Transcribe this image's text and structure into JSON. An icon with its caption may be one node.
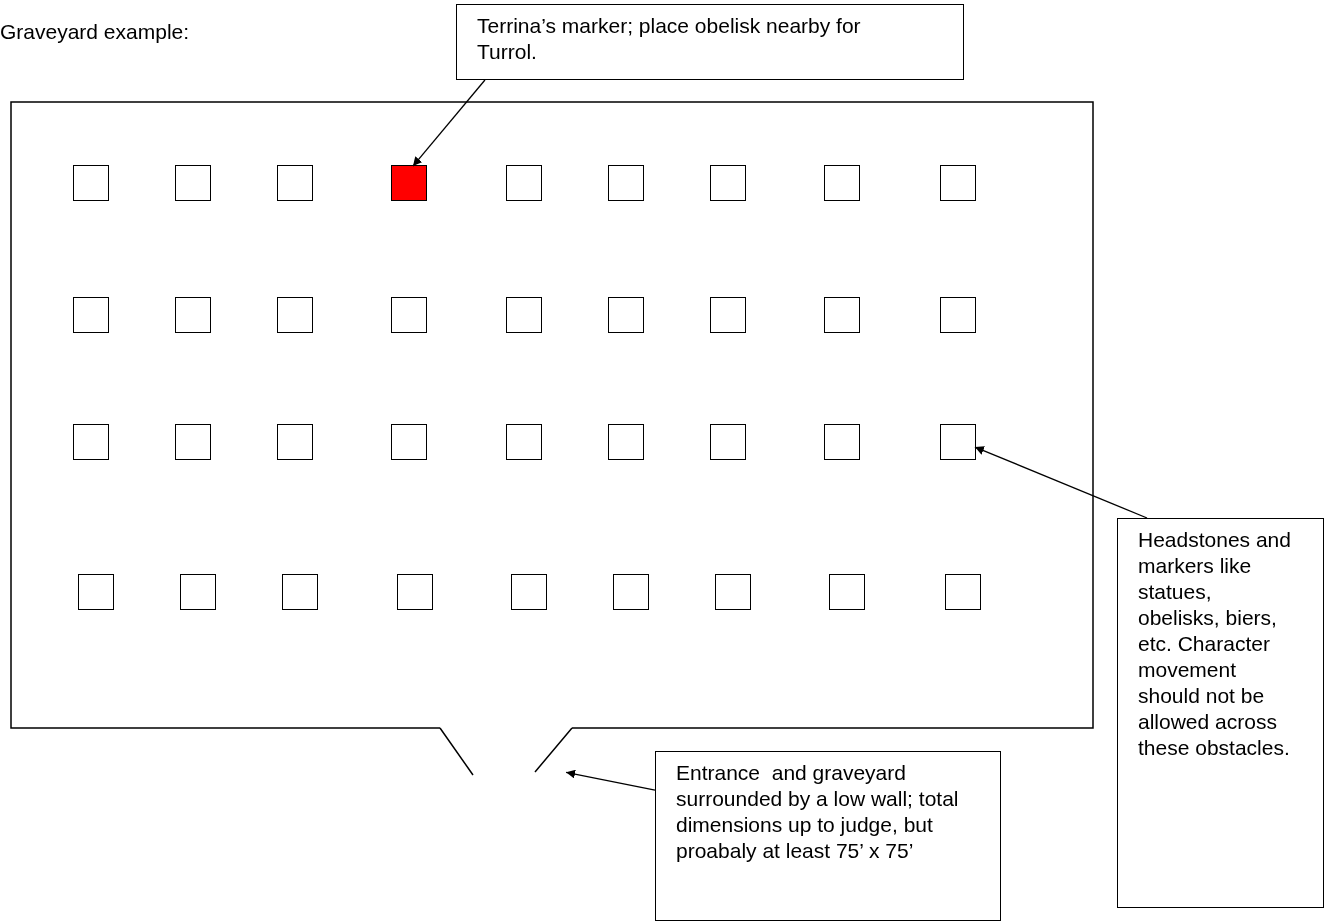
{
  "diagram": {
    "title": "Graveyard example:",
    "nodes": [
      {
        "text": [
          "Terrina’s marker; place obelisk nearby for Turrol."
        ]
      },
      {
        "text": [],
        "shape": "box"
      },
      {
        "text": [],
        "shape": "box",
        "in": 1
      },
      {
        "text": [],
        "shape": "box",
        "in": 1
      },
      {
        "text": [],
        "shape": "box",
        "in": 1
      },
      {
        "text": [],
        "shape": "box",
        "in": 1
      },
      {
        "text": [],
        "shape": "box",
        "in": 1
      },
      {
        "text": [],
        "shape": "box",
        "in": 1
      },
      {
        "text": [],
        "shape": "box",
        "in": 1
      },
      {
        "text": [],
        "shape": "box",
        "in": 1
      },
      {
        "text": [],
        "shape": "box",
        "in": 1
      },
      {
        "text": [],
        "shape": "box",
        "in": 1
      },
      {
        "text": [],
        "shape": "box",
        "in": 1
      },
      {
        "text": [],
        "shape": "box",
        "in": 1
      },
      {
        "text": [],
        "shape": "box",
        "in": 1
      },
      {
        "text": [],
        "shape": "box",
        "in": 1
      },
      {
        "text": [],
        "shape": "box",
        "in": 1
      },
      {
        "text": [],
        "shape": "box",
        "in": 1
      },
      {
        "text": [],
        "shape": "box",
        "in": 1
      },
      {
        "text": [],
        "shape": "box",
        "in": 1
      },
      {
        "text": [],
        "shape": "box",
        "in": 1
      },
      {
        "text": [],
        "shape": "box",
        "in": 1
      },
      {
        "text": [],
        "shape": "box",
        "in": 1
      },
      {
        "text": [],
        "shape": "box",
        "in": 1
      },
      {
        "text": [],
        "shape": "box",
        "in": 1
      },
      {
        "text": [],
        "shape": "box",
        "in": 1
      },
      {
        "text": [],
        "shape": "box",
        "in": 1
      },
      {
        "text": [],
        "shape": "box",
        "in": 1
      },
      {
        "text": [],
        "shape": "box",
        "in": 1
      },
      {
        "text": [],
        "shape": "box",
        "in": 1
      },
      {
        "text": [],
        "shape": "box",
        "in": 1
      },
      {
        "text": [],
        "shape": "box",
        "in": 1
      },
      {
        "text": [],
        "shape": "box",
        "in": 1
      },
      {
        "text": [],
        "shape": "box",
        "in": 1
      },
      {
        "text": [],
        "shape": "box",
        "in": 1
      },
      {
        "text": [],
        "shape": "box",
        "in": 1
      },
      {
        "text": [],
        "shape": "box",
        "in": 1
      },
      {
        "text": [],
        "shape": "box",
        "in": 1
      },
      {
        "text": [
          "Headstones and markers like statues, obelisks, biers, etc. Character movement should not be allowed across these obstacles."
        ]
      },
      {
        "text": [
          "Entrance  and graveyard surrounded by a low wall; total dimensions up to judge, but proabaly at least 75’ x 75’"
        ]
      }
    ],
    "edges": [
      {
        "from": 0,
        "to": 5,
        "arrow": "to"
      },
      {
        "from": 38,
        "to": 28,
        "arrow": "to"
      },
      {
        "from": 39,
        "to": 1,
        "arrow": "to"
      }
    ]
  }
}
